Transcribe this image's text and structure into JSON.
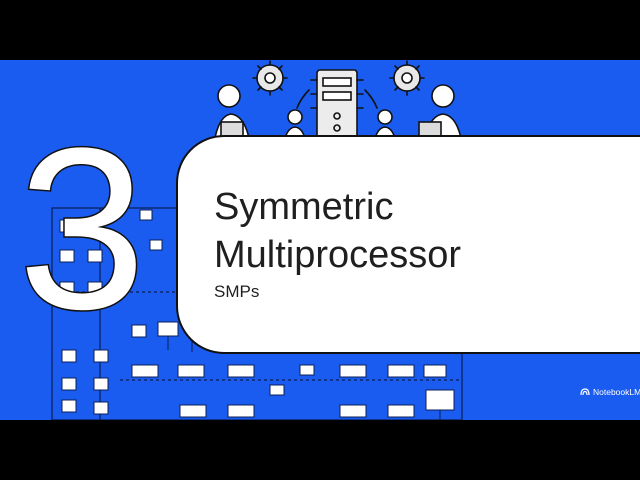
{
  "slide": {
    "number": "3",
    "title_line1": "Symmetric",
    "title_line2": "Multiprocessor",
    "subtitle": "SMPs"
  },
  "brand": {
    "name": "NotebookLM",
    "icon": "notebooklm-logo-icon"
  },
  "illustration": {
    "icons": [
      "person-icon",
      "gear-icon",
      "server-icon",
      "laptop-icon"
    ]
  },
  "colors": {
    "background": "#1a5cf0",
    "letterbox": "#000000",
    "card": "#ffffff",
    "text": "#1f1f1f"
  }
}
